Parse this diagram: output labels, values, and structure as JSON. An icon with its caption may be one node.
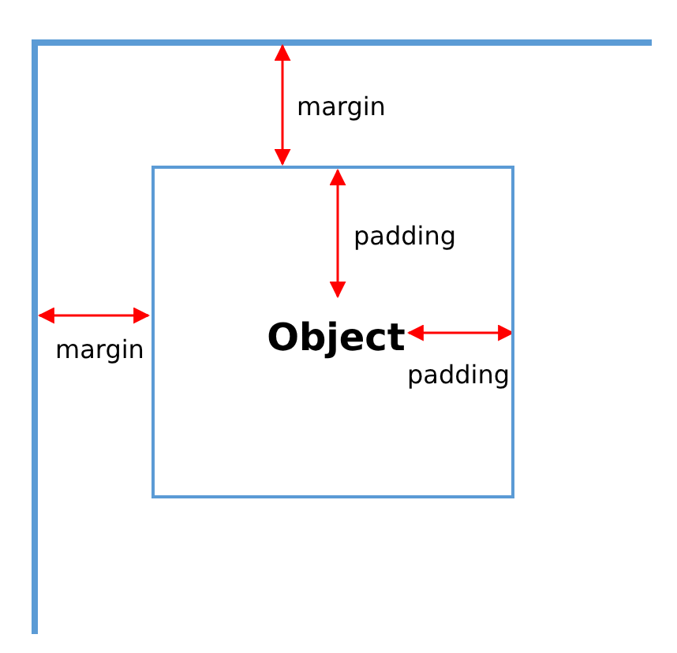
{
  "diagram": {
    "nodes": [
      {
        "text": [
          "Object"
        ]
      }
    ],
    "labels": [
      "margin",
      "padding",
      "margin",
      "padding"
    ]
  }
}
